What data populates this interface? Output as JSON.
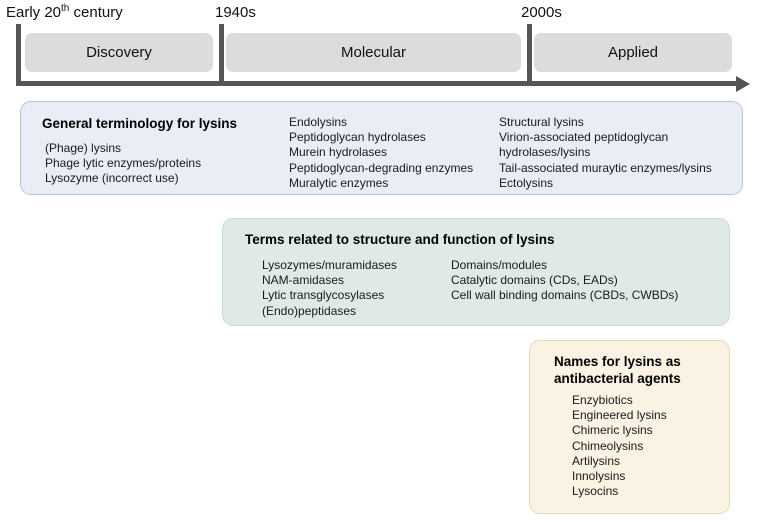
{
  "timeline": {
    "eras": [
      {
        "label_pre": "Early 20",
        "label_sup": "th",
        "label_post": " century"
      },
      {
        "label": "1940s"
      },
      {
        "label": "2000s"
      }
    ],
    "era_1_full": "Early 20th century",
    "phases": [
      {
        "label": "Discovery"
      },
      {
        "label": "Molecular"
      },
      {
        "label": "Applied"
      }
    ],
    "axis_color": "#555555",
    "phase_fill": "#dcdcdc"
  },
  "panels": {
    "general": {
      "title": "General terminology for lysins",
      "accent": "#e9edf5",
      "border": "#b9c2db",
      "col1": [
        "(Phage) lysins",
        "Phage lytic enzymes/proteins",
        "Lysozyme (incorrect use)"
      ],
      "col2": [
        "Endolysins",
        "Peptidoglycan hydrolases",
        "Murein hydrolases",
        "Peptidoglycan-degrading enzymes",
        "Muralytic enzymes"
      ],
      "col3": [
        "Structural lysins",
        "Virion-associated peptidoglycan hydrolases/lysins",
        "Tail-associated muraytic enzymes/lysins",
        "Ectolysins"
      ]
    },
    "structure": {
      "title": "Terms related to structure and function of lysins",
      "accent": "#dfeae7",
      "border": "#cddedb",
      "col1": [
        "Lysozymes/muramidases",
        "NAM-amidases",
        "Lytic transglycosylases",
        "(Endo)peptidases"
      ],
      "col2": [
        "Domains/modules",
        "Catalytic domains (CDs, EADs)",
        "Cell wall binding domains (CBDs, CWBDs)"
      ]
    },
    "antibacterial": {
      "title_line1": "Names for lysins as",
      "title_line2": "antibacterial agents",
      "accent": "#faf3e4",
      "border": "#e6d8b4",
      "col1": [
        "Enzybiotics",
        "Engineered lysins",
        "Chimeric lysins",
        "Chimeolysins",
        "Artilysins",
        "Innolysins",
        "Lysocins"
      ]
    }
  }
}
